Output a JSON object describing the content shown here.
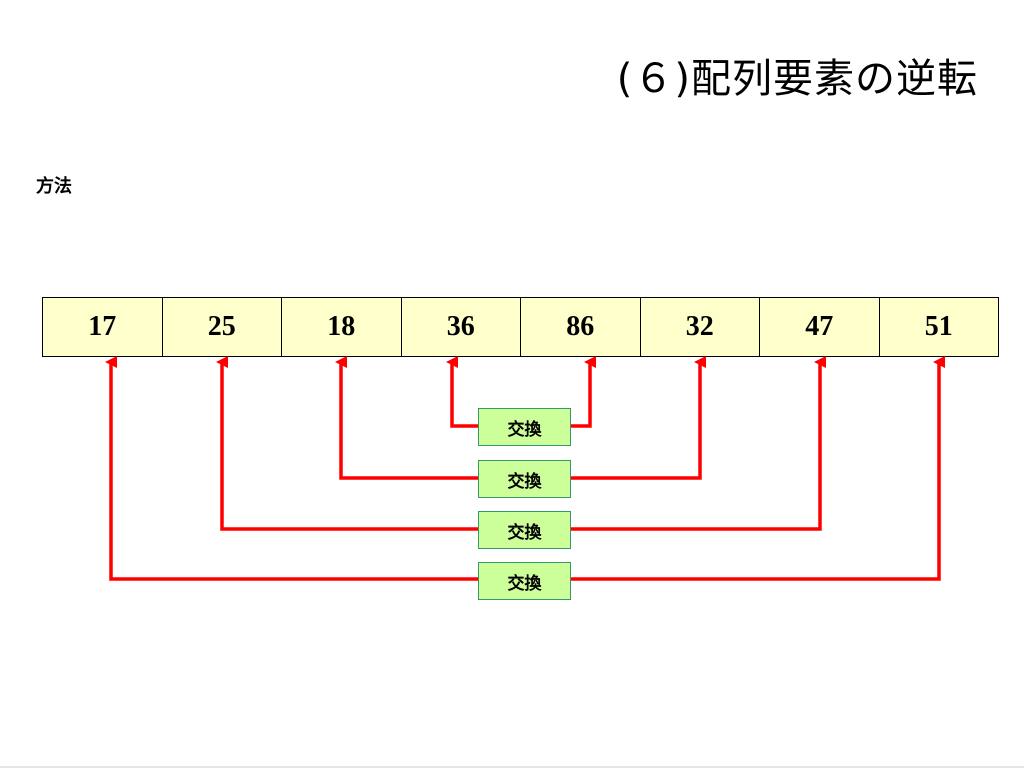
{
  "title": "(６)配列要素の逆転",
  "subtitle": "方法",
  "array": {
    "values": [
      "17",
      "25",
      "18",
      "36",
      "86",
      "32",
      "47",
      "51"
    ]
  },
  "swaps": [
    {
      "label": "交換",
      "pair": [
        3,
        4
      ]
    },
    {
      "label": "交換",
      "pair": [
        2,
        5
      ]
    },
    {
      "label": "交換",
      "pair": [
        1,
        6
      ]
    },
    {
      "label": "交換",
      "pair": [
        0,
        7
      ]
    }
  ],
  "colors": {
    "cell_fill": "#ffffcc",
    "swap_fill": "#ccff99",
    "swap_border": "#339966",
    "arrow": "#ff0000"
  }
}
